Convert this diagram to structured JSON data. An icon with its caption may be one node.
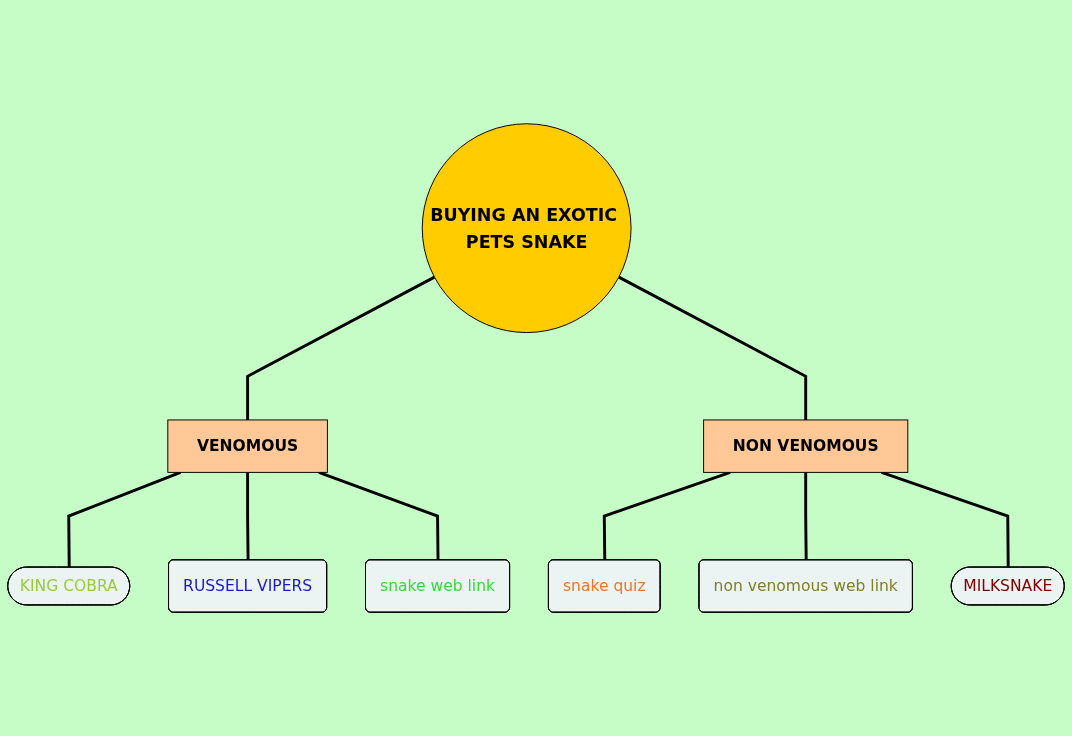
{
  "diagram": {
    "nodes": [
      {
        "text": [
          "BUYING AN EXOTIC PETS SNAKE"
        ]
      },
      {
        "text": [
          "VENOMOUS"
        ]
      },
      {
        "text": [
          "NON VENOMOUS"
        ]
      },
      {
        "text": [
          "KING COBRA"
        ]
      },
      {
        "text": [
          "RUSSELL VIPERS"
        ]
      },
      {
        "text": [
          "snake web link"
        ]
      },
      {
        "text": [
          "snake quiz"
        ]
      },
      {
        "text": [
          "non venomous web link"
        ]
      },
      {
        "text": [
          "MILKSNAKE"
        ]
      }
    ],
    "edges": [
      {
        "from": 0,
        "to": 1,
        "arrow": "none"
      },
      {
        "from": 0,
        "to": 2,
        "arrow": "none"
      },
      {
        "from": 1,
        "to": 3,
        "arrow": "none"
      },
      {
        "from": 1,
        "to": 4,
        "arrow": "none"
      },
      {
        "from": 1,
        "to": 5,
        "arrow": "none"
      },
      {
        "from": 2,
        "to": 6,
        "arrow": "none"
      },
      {
        "from": 2,
        "to": 7,
        "arrow": "none"
      },
      {
        "from": 2,
        "to": 8,
        "arrow": "none"
      }
    ]
  }
}
